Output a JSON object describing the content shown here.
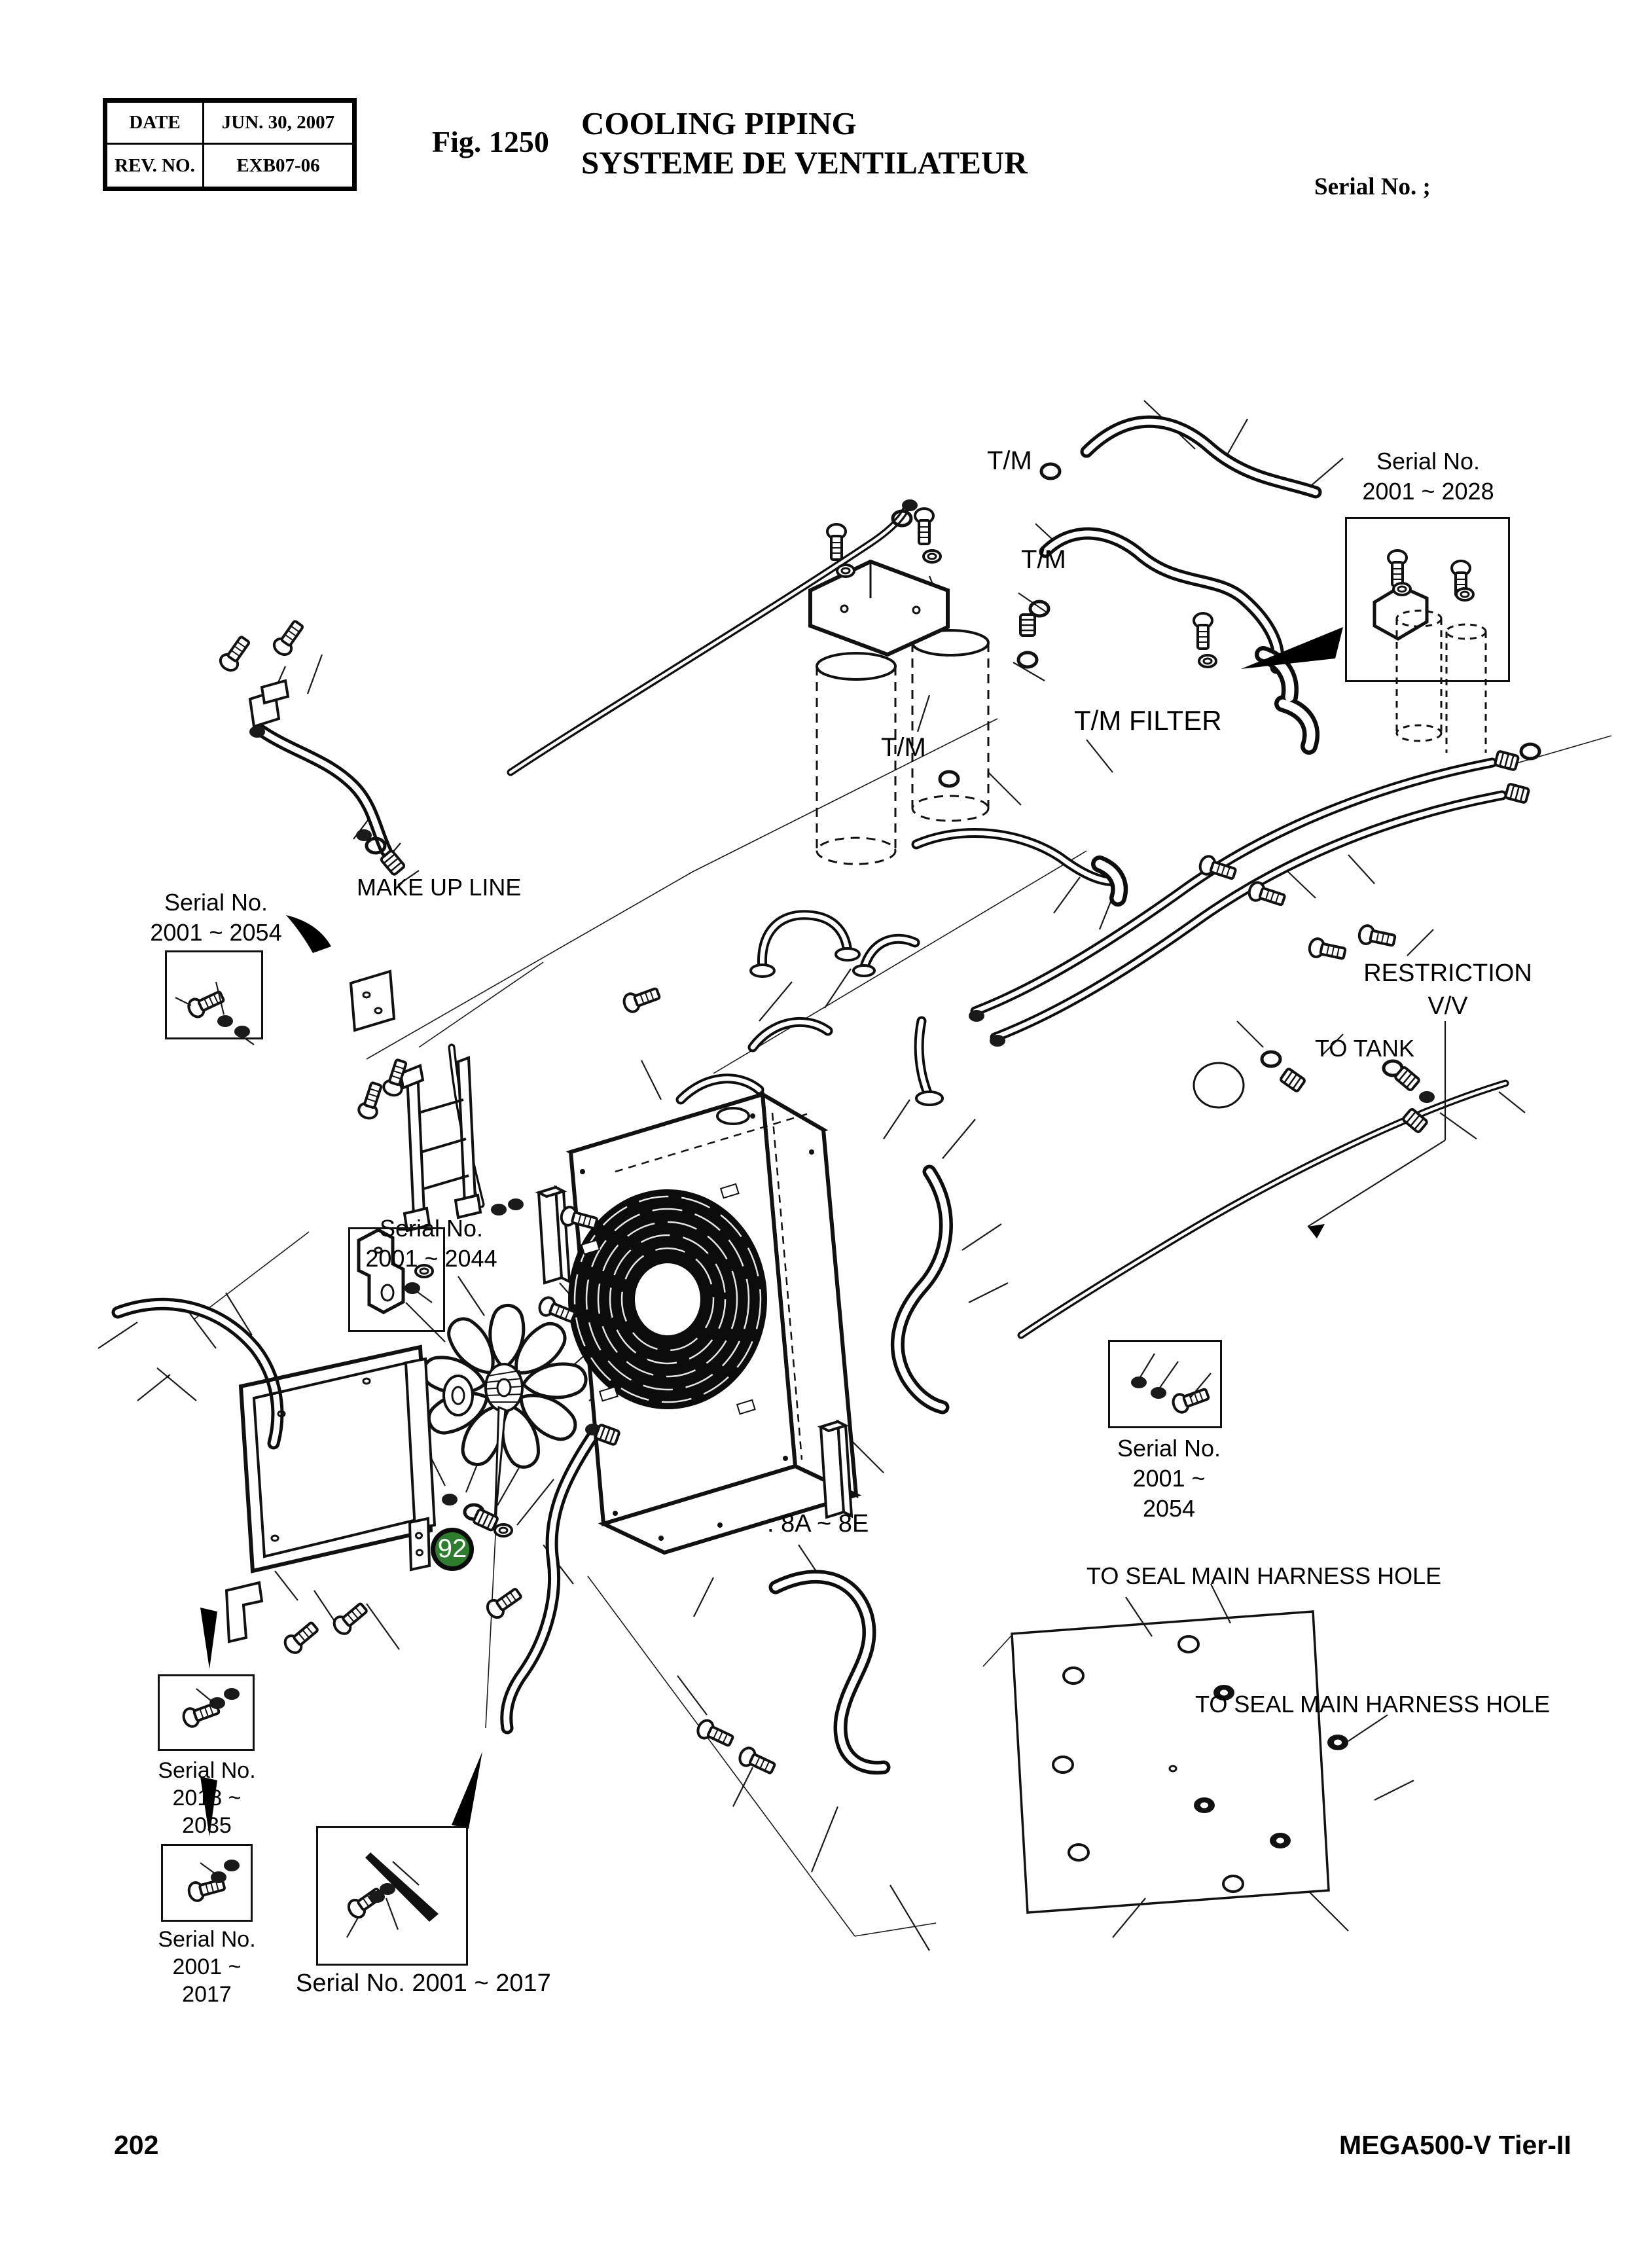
{
  "doc": {
    "header": {
      "meta_table": {
        "rows": [
          {
            "label": "DATE",
            "value": "JUN. 30, 2007"
          },
          {
            "label": "REV. NO.",
            "value": "EXB07-06"
          }
        ]
      },
      "figure_label": "Fig. 1250",
      "title_line1": "COOLING PIPING",
      "title_line2": "SYSTEME DE VENTILATEUR",
      "serial_note": "Serial No. ;"
    },
    "callouts": {
      "part_badge": {
        "number": "92",
        "color": "#2e7d2e"
      },
      "tm_label_1": "T/M",
      "tm_label_2": "T/M",
      "tm_label_3": "T/M",
      "tm_filter": "T/M FILTER",
      "make_up_line": "MAKE UP LINE",
      "restriction_line1": "RESTRICTION",
      "restriction_line2": "V/V",
      "to_tank": "TO TANK",
      "range_note": ": 8A ~ 8E",
      "to_seal_main_harness_hole_1": "TO SEAL MAIN HARNESS HOLE",
      "to_seal_main_harness_hole_2": "TO SEAL MAIN HARNESS HOLE"
    },
    "serial_ranges": {
      "top_right": {
        "line1": "Serial No.",
        "line2": "2001 ~ 2028"
      },
      "left": {
        "line1": "Serial No.",
        "line2": "2001 ~ 2054"
      },
      "bracket": {
        "line1": "Serial No.",
        "line2": "2001 ~ 2044"
      },
      "right_mid": {
        "line1": "Serial No.",
        "line2": "2001 ~ 2054"
      },
      "bottom_left_upper": {
        "line1": "Serial No.",
        "line2": "2018 ~ 2035"
      },
      "bottom_left_lower": {
        "line1": "Serial No.",
        "line2": "2001 ~ 2017"
      },
      "bottom_caption": "Serial No. 2001 ~ 2017"
    },
    "footer": {
      "page_number": "202",
      "model": "MEGA500-V Tier-II"
    }
  }
}
